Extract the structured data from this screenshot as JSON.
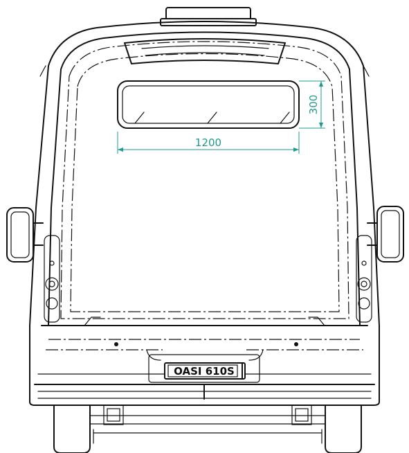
{
  "diagram": {
    "dimension_width": "1200",
    "dimension_height": "300",
    "plate": "OASI 610S"
  },
  "colors": {
    "dimension": "#1e9a8e",
    "line": "#111111",
    "background": "#ffffff"
  }
}
